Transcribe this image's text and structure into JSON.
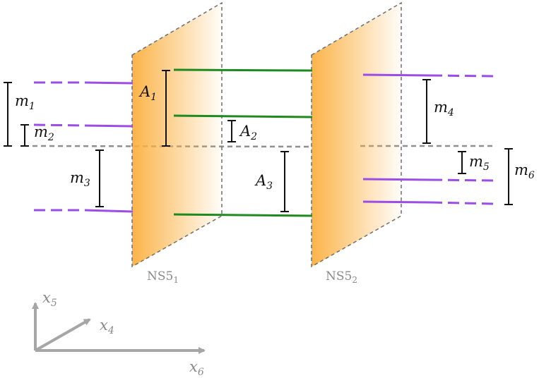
{
  "branes": [
    {
      "name": "NS5",
      "sub": "1"
    },
    {
      "name": "NS5",
      "sub": "2"
    }
  ],
  "left_labels": [
    {
      "base": "m",
      "sub": "1"
    },
    {
      "base": "m",
      "sub": "2"
    },
    {
      "base": "m",
      "sub": "3"
    }
  ],
  "middle_labels": [
    {
      "base": "A",
      "sub": "1"
    },
    {
      "base": "A",
      "sub": "2"
    },
    {
      "base": "A",
      "sub": "3"
    }
  ],
  "right_labels": [
    {
      "base": "m",
      "sub": "4"
    },
    {
      "base": "m",
      "sub": "5"
    },
    {
      "base": "m",
      "sub": "6"
    }
  ],
  "axes": [
    {
      "base": "x",
      "sub": "5"
    },
    {
      "base": "x",
      "sub": "4"
    },
    {
      "base": "x",
      "sub": "6"
    }
  ],
  "colors": {
    "flavor": "#9b4de6",
    "color_brane": "#1f8a1f",
    "brane_fill": "#fbb040",
    "dashed": "#8f8f8f",
    "axis": "#a6a6a6"
  }
}
